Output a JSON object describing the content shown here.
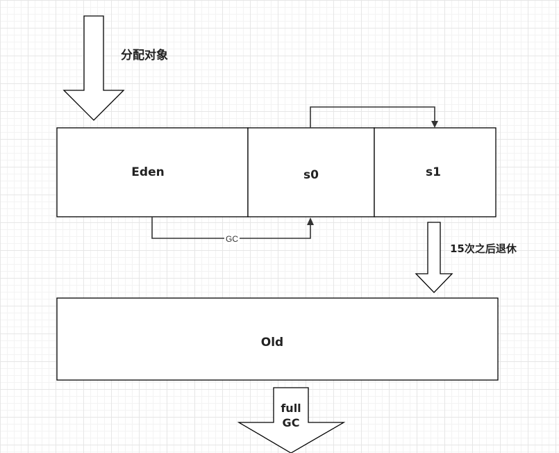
{
  "labels": {
    "allocate": "分配对象",
    "eden": "Eden",
    "s0": "s0",
    "s1": "s1",
    "gc": "GC",
    "retire": "15次之后退休",
    "old": "Old",
    "full_gc_line1": "full",
    "full_gc_line2": "GC"
  },
  "colors": {
    "stroke": "#000000",
    "fill": "#ffffff",
    "connector": "#333333"
  }
}
